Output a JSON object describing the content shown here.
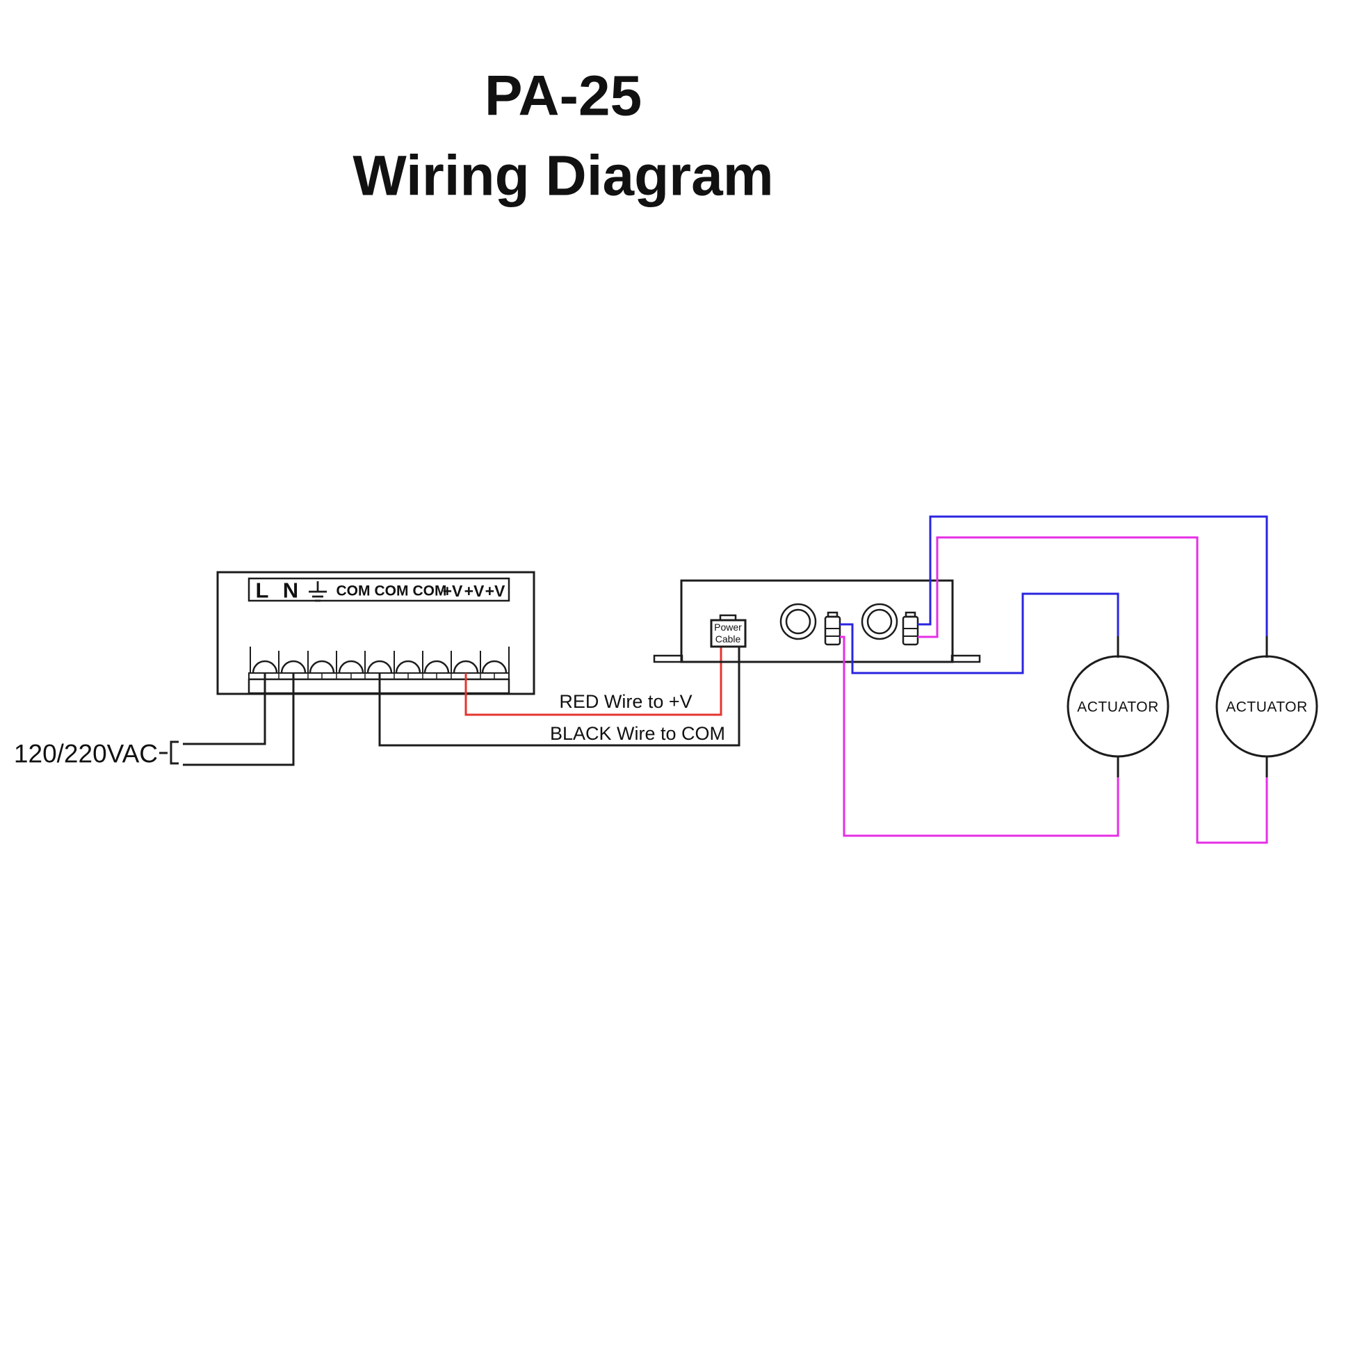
{
  "title": {
    "line1": "PA-25",
    "line2": "Wiring Diagram"
  },
  "power_supply": {
    "terminals": [
      "L",
      "N",
      "COM",
      "COM",
      "COM",
      "+V",
      "+V",
      "+V"
    ]
  },
  "source": {
    "label": "120/220VAC"
  },
  "wire_labels": {
    "red": "RED Wire to +V",
    "black": "BLACK Wire to COM"
  },
  "controller": {
    "power_cable": [
      "Power",
      "Cable"
    ]
  },
  "actuators": [
    {
      "label": "ACTUATOR"
    },
    {
      "label": "ACTUATOR"
    }
  ],
  "colors": {
    "outline": "#1c1c1c",
    "black_wire": "#1c1c1c",
    "red": "#e5342e",
    "blue": "#2a24e0",
    "magenta": "#e62ee6"
  }
}
